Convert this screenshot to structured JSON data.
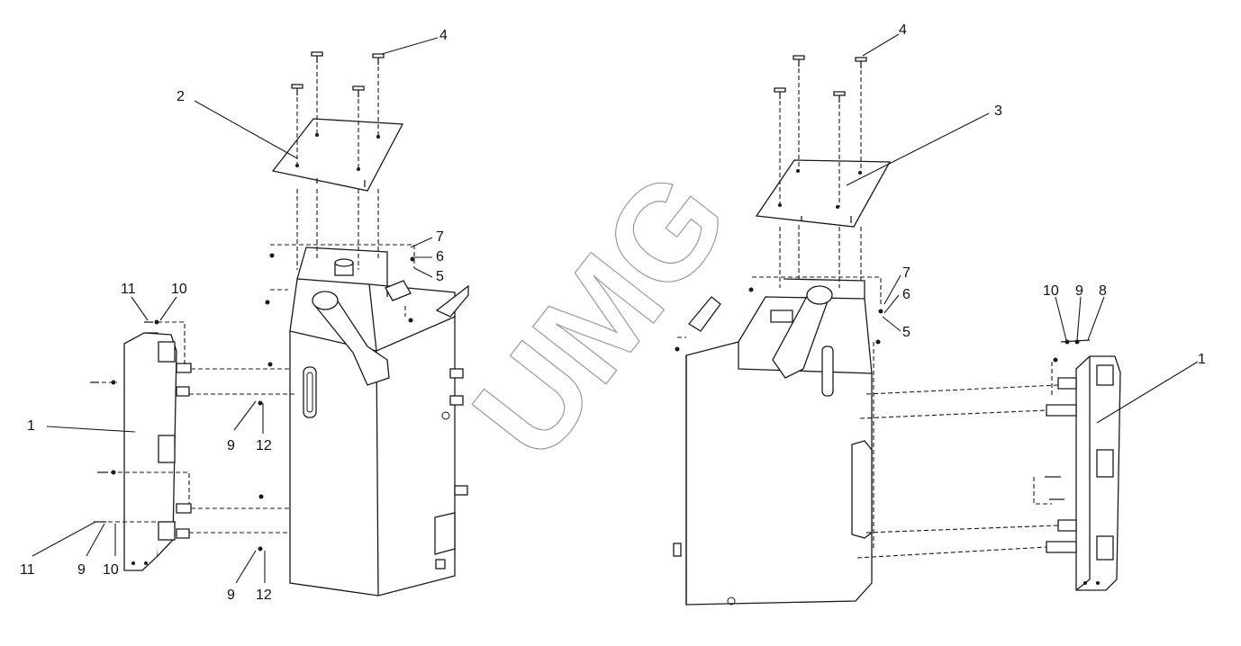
{
  "watermark": {
    "text": "UMG"
  },
  "callouts": {
    "l_1": "1",
    "l_2": "2",
    "l_4": "4",
    "l_5": "5",
    "l_6": "6",
    "l_7": "7",
    "l_9a": "9",
    "l_9b": "9",
    "l_9c": "9",
    "l_10a": "10",
    "l_10b": "10",
    "l_11a": "11",
    "l_11b": "11",
    "l_12a": "12",
    "l_12b": "12",
    "r_1": "1",
    "r_3": "3",
    "r_4": "4",
    "r_5": "5",
    "r_6": "6",
    "r_7": "7",
    "r_8": "8",
    "r_9": "9",
    "r_10": "10"
  },
  "colors": {
    "line": "#1a1a1a",
    "watermark": "#9a9a9a",
    "background": "#ffffff"
  }
}
